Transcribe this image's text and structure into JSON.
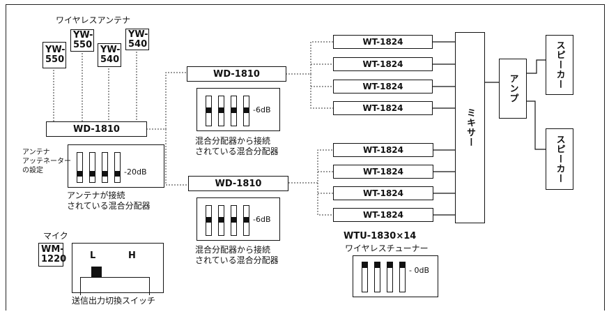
{
  "labels": {
    "wireless_antenna": "ワイヤレスアンテナ",
    "antenna_setting": "アンテナ\nアッテネーター\nの設定",
    "antenna_splitter_caption": "アンテナが接続\nされている混合分配器",
    "splitter_caption_1": "混合分配器から接続\nされている混合分配器",
    "splitter_caption_2": "混合分配器から接続\nされている混合分配器",
    "mic": "マイク",
    "tx_switch_caption": "送信出力切換スイッチ",
    "tuner_model": "WTU-1830×14",
    "tuner_caption": "ワイヤレスチューナー",
    "mixer": "ミキサー",
    "amp": "アンプ",
    "speaker_1": "スピーカー",
    "speaker_2": "スピーカー"
  },
  "antennas": [
    "YW-\n550",
    "YW-\n550",
    "YW-\n540",
    "YW-\n540"
  ],
  "splitters": {
    "main": "WD-1810",
    "upper": "WD-1810",
    "lower": "WD-1810"
  },
  "tuners_upper": [
    "WT-1824",
    "WT-1824",
    "WT-1824",
    "WT-1824"
  ],
  "tuners_lower": [
    "WT-1824",
    "WT-1824",
    "WT-1824",
    "WT-1824"
  ],
  "attenuation": {
    "antenna": "20dB",
    "upper": "6dB",
    "lower": "6dB",
    "tuner": "0dB"
  },
  "mic": {
    "model": "WM-\n1220",
    "switch_low": "L",
    "switch_high": "H"
  }
}
